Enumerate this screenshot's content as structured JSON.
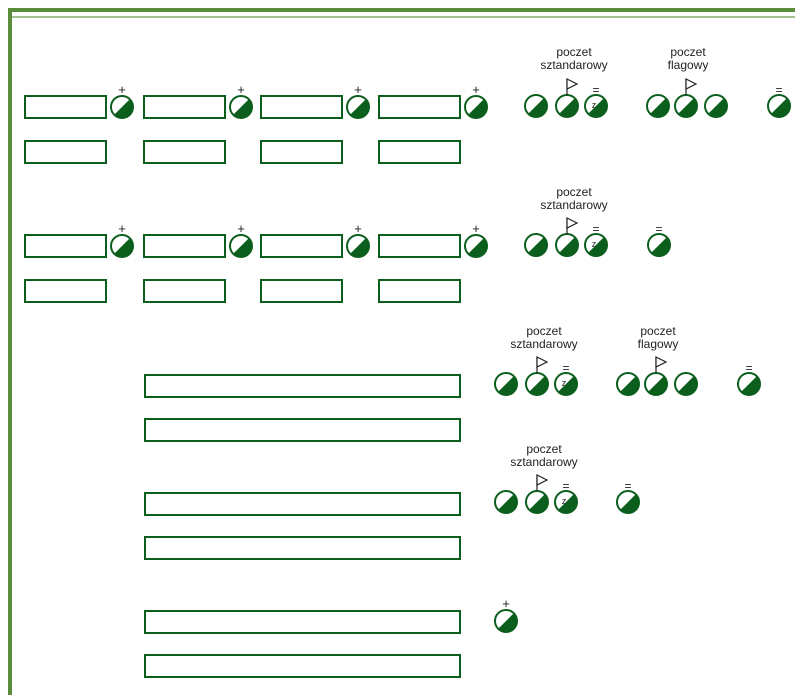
{
  "colors": {
    "frame": "#5a8c3a",
    "accent": "#0b5e1c",
    "fill": "#ffffff"
  },
  "labels": {
    "poczet_sztandarowy": [
      "poczet",
      "sztandarowy"
    ],
    "poczet_flagowy": [
      "poczet",
      "flagowy"
    ]
  },
  "symbols": {
    "plus": "+",
    "double_bar": "=",
    "z": "z",
    "flag": "flag-icon"
  }
}
